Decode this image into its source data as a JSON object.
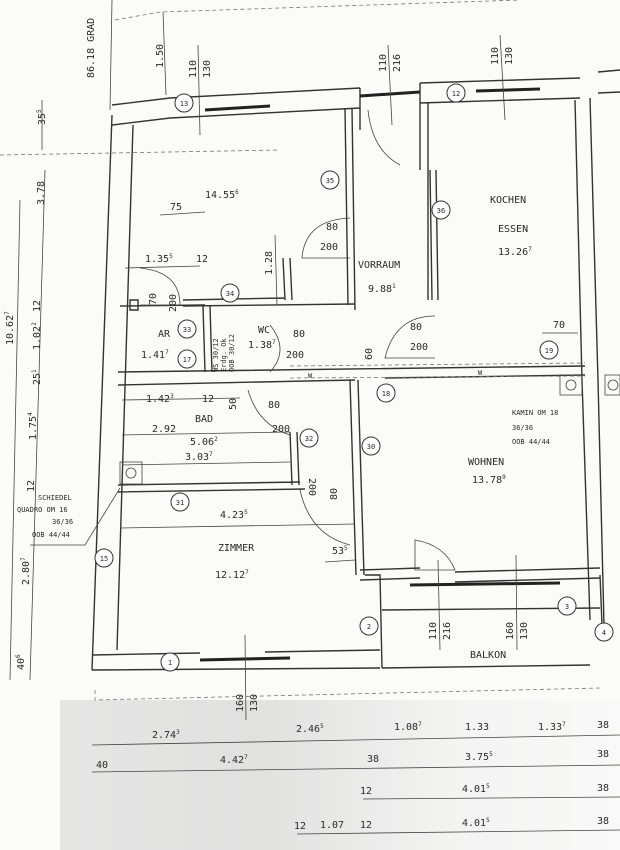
{
  "plan": {
    "orientation": "86.18 GRAD",
    "rooms": [
      {
        "name": "",
        "area": "14.55",
        "sup": "6"
      },
      {
        "name": "VORRAUM",
        "area": "9.88",
        "sup": "1"
      },
      {
        "name": "KOCHEN",
        "name2": "ESSEN",
        "area": "13.26",
        "sup": "7"
      },
      {
        "name": "AR",
        "area": "1.41",
        "sup": "7"
      },
      {
        "name": "WC",
        "area": "1.38",
        "sup": "7"
      },
      {
        "name": "BAD",
        "area": "5.06",
        "sup": "2"
      },
      {
        "name": "WOHNEN",
        "area": "13.78",
        "sup": "9"
      },
      {
        "name": "ZIMMER",
        "area": "12.12",
        "sup": "7"
      },
      {
        "name": "BALKON"
      }
    ],
    "markers": [
      "13",
      "12",
      "35",
      "36",
      "34",
      "33",
      "17",
      "19",
      "18",
      "30",
      "32",
      "31",
      "15",
      "1",
      "2",
      "3",
      "4"
    ],
    "chimneys": [
      {
        "l1": "KAMIN OM 18",
        "l2": "36/36",
        "l3": "OOB 44/44"
      },
      {
        "l1": "SCHIEDEL",
        "l2": "QUADRO OM 16",
        "l3": "36/36",
        "l4": "OOB 44/44"
      }
    ],
    "wc_note": [
      "WS 30/12",
      "Erdg. Ok",
      "OOB 30/12"
    ],
    "dims_top": {
      "a1": "1.50",
      "w13a": "110",
      "w13b": "130",
      "d1a": "110",
      "d1b": "216",
      "w12a": "110",
      "w12b": "130"
    },
    "dims_left": {
      "d355": "35",
      "d355s": "5",
      "d378": "3.78",
      "d1062": "10.62",
      "d1062s": "7",
      "d12a": "12",
      "d102": "1.02",
      "d102s": "2",
      "d25": "25",
      "d25s": "1",
      "d175": "1.75",
      "d175s": "4",
      "d12b": "12",
      "d280": "2.80",
      "d280s": "7",
      "d40": "40",
      "d40s": "6"
    },
    "dims_inner": {
      "d75": "75",
      "d135": "1.35",
      "d135s": "5",
      "d12": "12",
      "d128": "1.28",
      "ar70": "70",
      "ar200": "200",
      "door80a": "80",
      "door200a": "200",
      "wc80": "80",
      "wc200": "200",
      "k80": "80",
      "k200": "200",
      "d60": "60",
      "k70": "70",
      "d142": "1.42",
      "d142s": "3",
      "b12": "12",
      "b50": "50",
      "b80": "80",
      "b200": "200",
      "d292": "2.92",
      "d303": "3.03",
      "d303s": "7",
      "z200": "200",
      "z80": "80",
      "d423": "4.23",
      "d423s": "5",
      "d53": "53",
      "d53s": "5",
      "z160": "160",
      "z130": "130",
      "bal110": "110",
      "bal216": "216",
      "bal160": "160",
      "bal130": "130",
      "ww": "W"
    },
    "dims_bottom": [
      [
        {
          "v": "2.74",
          "s": "3"
        },
        {
          "v": "2.46",
          "s": "5"
        },
        {
          "v": "1.08",
          "s": "7"
        },
        {
          "v": "1.33",
          "s": ""
        },
        {
          "v": "1.33",
          "s": "7"
        },
        {
          "v": "38",
          "s": ""
        }
      ],
      [
        {
          "v": "40",
          "s": ""
        },
        {
          "v": "4.42",
          "s": "7"
        },
        {
          "v": "38",
          "s": ""
        },
        {
          "v": "3.75",
          "s": "5"
        },
        {
          "v": "38",
          "s": ""
        }
      ],
      [
        {
          "v": "12",
          "s": ""
        },
        {
          "v": "4.01",
          "s": "5"
        },
        {
          "v": "38",
          "s": ""
        }
      ],
      [
        {
          "v": "12",
          "s": ""
        },
        {
          "v": "1.07",
          "s": ""
        },
        {
          "v": "12",
          "s": ""
        },
        {
          "v": "4.01",
          "s": "5"
        },
        {
          "v": "38",
          "s": ""
        }
      ]
    ]
  }
}
